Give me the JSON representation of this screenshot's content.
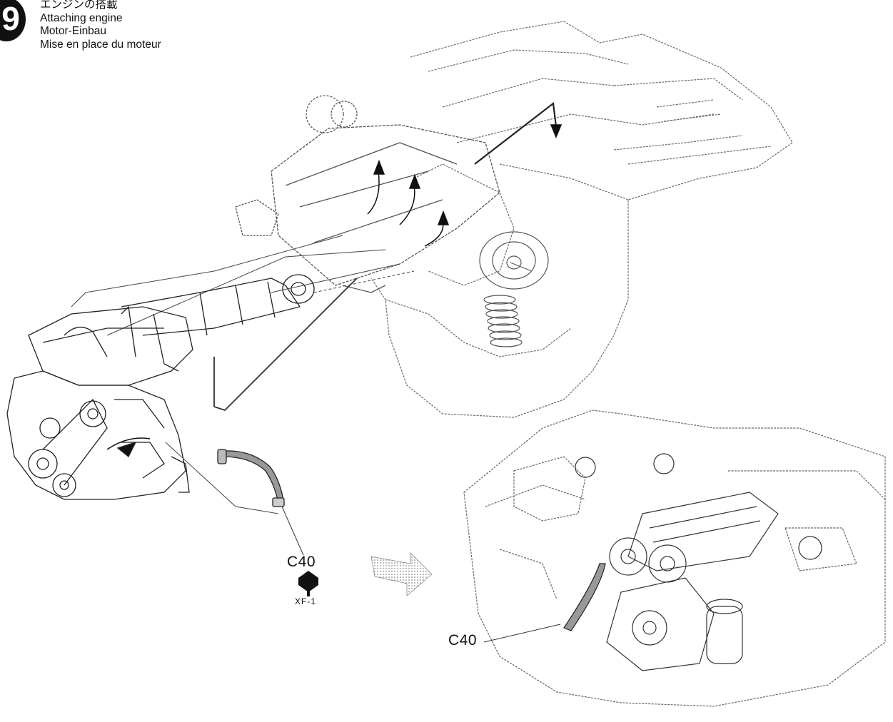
{
  "step": {
    "number": "9",
    "title_jp": "エンジンの搭載",
    "title_en": "Attaching engine",
    "title_de": "Motor-Einbau",
    "title_fr": "Mise en place du moteur"
  },
  "parts": {
    "part_label": "C40",
    "paint_code": "XF-1",
    "installed_label": "C40"
  },
  "colors": {
    "ink": "#111111",
    "line": "#555555",
    "light_line": "#8a8a8a"
  }
}
